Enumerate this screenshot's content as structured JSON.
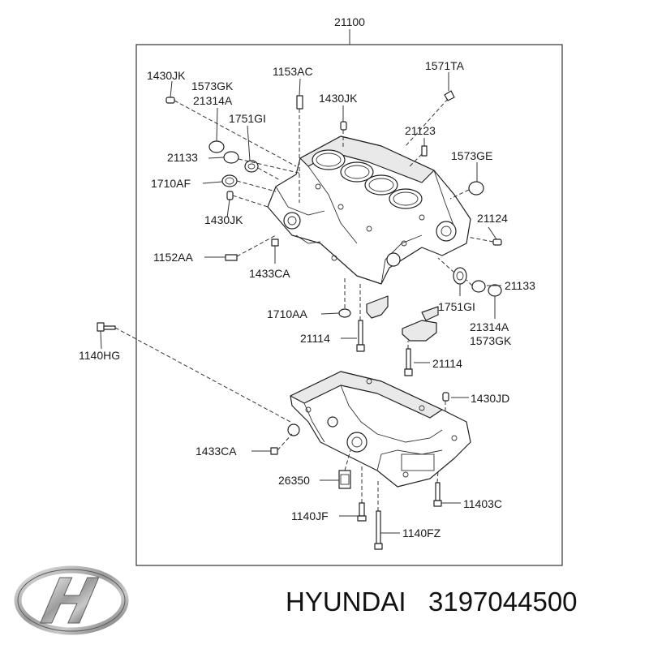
{
  "diagram": {
    "assembly_number": "21100",
    "labels": {
      "l_1430jk_top": "1430JK",
      "l_1573gk_top": "1573GK",
      "l_21314a_top": "21314A",
      "l_1153ac": "1153AC",
      "l_1571ta": "1571TA",
      "l_1430jk_mid": "1430JK",
      "l_1751gi_top": "1751GI",
      "l_21133_left": "21133",
      "l_21123": "21123",
      "l_1573ge": "1573GE",
      "l_1710af": "1710AF",
      "l_1430jk_low": "1430JK",
      "l_21124": "21124",
      "l_1152aa": "1152AA",
      "l_1433ca_top": "1433CA",
      "l_21133_right": "21133",
      "l_1710aa": "1710AA",
      "l_1751gi_bot": "1751GI",
      "l_21314a_bot": "21314A",
      "l_1573gk_bot": "1573GK",
      "l_21114_left": "21114",
      "l_21114_right": "21114",
      "l_1140hg": "1140HG",
      "l_1430jd": "1430JD",
      "l_1433ca_bot": "1433CA",
      "l_26350": "26350",
      "l_11403c": "11403C",
      "l_1140jf": "1140JF",
      "l_1140fz": "1140FZ"
    }
  },
  "branding": {
    "brand_name": "HYUNDAI",
    "part_number": "3197044500"
  }
}
